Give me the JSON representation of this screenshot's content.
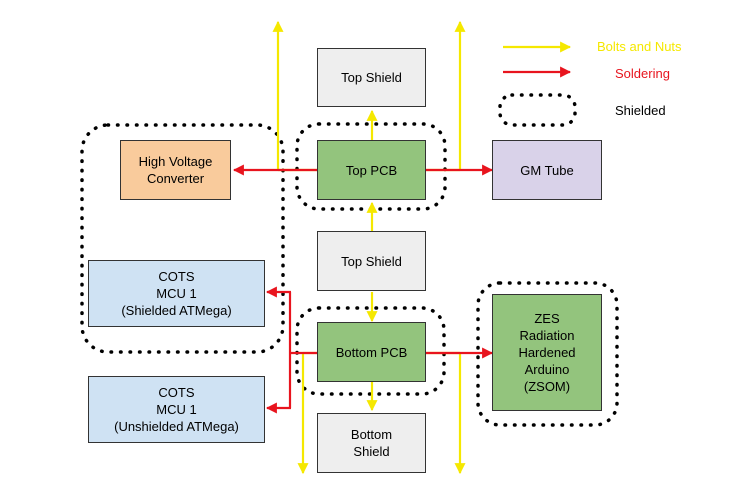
{
  "colors": {
    "bolts": "#f5e800",
    "solder": "#e8141e",
    "gray_box": "#eeeeee",
    "green_box": "#93c47d",
    "orange_box": "#f9cb9c",
    "purple_box": "#d9d2e9",
    "blue_box": "#cfe2f3"
  },
  "legend": {
    "bolts": "Bolts and Nuts",
    "solder": "Soldering",
    "shielded": "Shielded"
  },
  "nodes": {
    "top_shield": "Top Shield",
    "top_pcb": "Top PCB",
    "hv_converter": "High Voltage\nConverter",
    "gm_tube": "GM Tube",
    "mid_shield": "Top Shield",
    "bottom_pcb": "Bottom PCB",
    "bottom_shield": "Bottom\nShield",
    "cots_shielded": "COTS\nMCU 1\n(Shielded ATMega)",
    "cots_unshielded": "COTS\nMCU 1\n(Unshielded ATMega)",
    "zsom": "ZES\nRadiation\nHardened\nArduino\n(ZSOM)"
  }
}
